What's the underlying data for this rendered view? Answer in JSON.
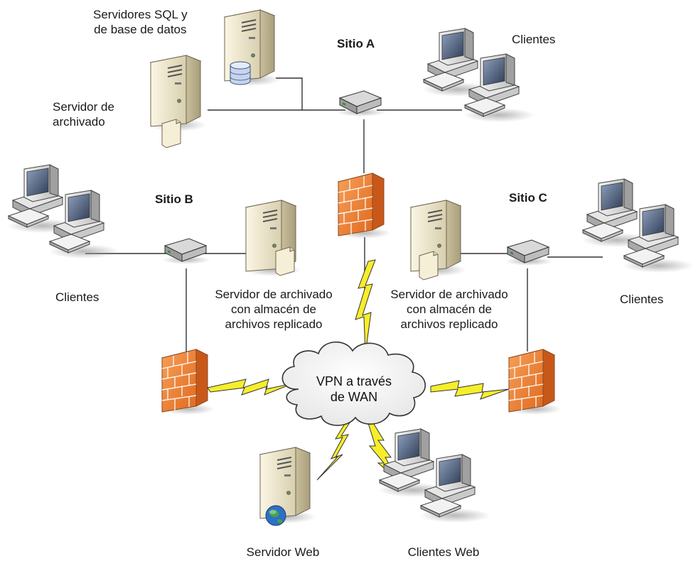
{
  "sites": {
    "a": "Sitio A",
    "b": "Sitio B",
    "c": "Sitio C"
  },
  "labels": {
    "sql_servers": [
      "Servidores SQL y",
      "de base de datos"
    ],
    "archive_server_a": [
      "Servidor de",
      "archivado"
    ],
    "clients_a": "Clientes",
    "clients_b": "Clientes",
    "clients_c": "Clientes",
    "archive_server_b": [
      "Servidor de archivado",
      "con almacén de",
      "archivos replicado"
    ],
    "archive_server_c": [
      "Servidor de archivado",
      "con almacén de",
      "archivos replicado"
    ],
    "vpn": [
      "VPN a través",
      "de WAN"
    ],
    "web_server": "Servidor Web",
    "web_clients": "Clientes Web"
  },
  "colors": {
    "server_body": "#efe6c8",
    "firewall": "#f08a3a",
    "lightning": "#f7ee2a",
    "monitor_screen": "#4a5a72",
    "line": "#333333"
  }
}
